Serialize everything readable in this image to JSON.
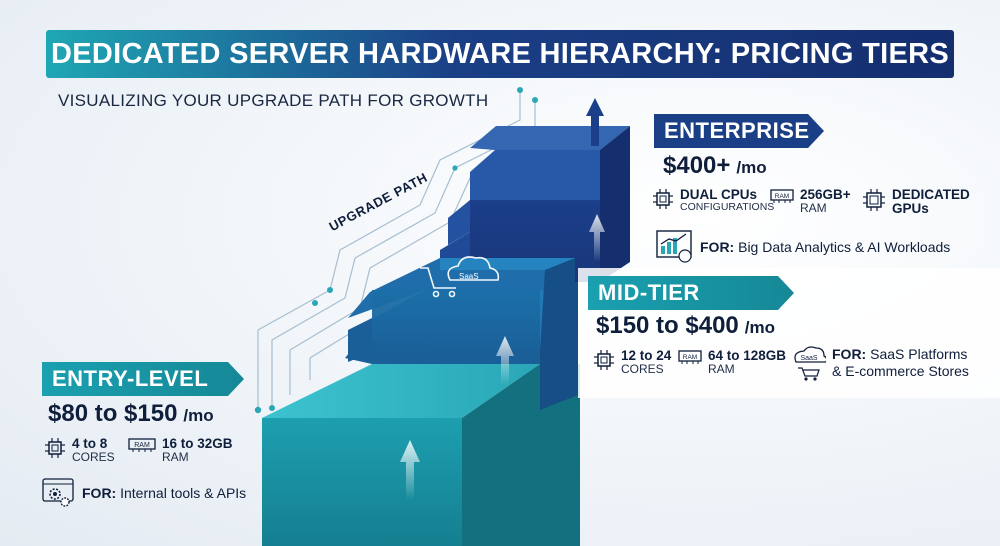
{
  "title": "DEDICATED SERVER HARDWARE HIERARCHY: PRICING TIERS",
  "subtitle": "VISUALIZING YOUR UPGRADE PATH FOR GROWTH",
  "path_label": "UPGRADE PATH",
  "colors": {
    "navy": "#1b3f86",
    "teal": "#1aa0b0",
    "dark": "#0f1e3a"
  },
  "tiers": {
    "entry": {
      "name": "ENTRY-LEVEL",
      "price": "$80 to $150",
      "unit": "/mo",
      "specs": [
        {
          "icon": "cpu-icon",
          "main": "4 to 8",
          "sub": "CORES"
        },
        {
          "icon": "ram-icon",
          "icon_text": "RAM",
          "main": "16 to 32GB",
          "sub": "RAM"
        }
      ],
      "for_label": "FOR:",
      "for_text": "Internal tools & APIs",
      "for_icon": "gear-settings-icon"
    },
    "mid": {
      "name": "MID-TIER",
      "price": "$150 to $400",
      "unit": "/mo",
      "specs": [
        {
          "icon": "cpu-icon",
          "main": "12 to 24",
          "sub": "CORES"
        },
        {
          "icon": "ram-icon",
          "icon_text": "RAM",
          "main": "64 to 128GB",
          "sub": "RAM"
        }
      ],
      "for_label": "FOR:",
      "for_text": "SaaS Platforms",
      "for_text2": "& E-commerce Stores",
      "for_icon": "saas-cart-icon",
      "icon_text": "SaaS"
    },
    "enterprise": {
      "name": "ENTERPRISE",
      "price": "$400+",
      "unit": "/mo",
      "specs": [
        {
          "icon": "cpu-icon",
          "main": "DUAL CPUs",
          "sub": "CONFIGURATIONS"
        },
        {
          "icon": "ram-icon",
          "icon_text": "RAM",
          "main": "256GB+",
          "sub": "RAM"
        },
        {
          "icon": "gpu-icon",
          "main": "DEDICATED",
          "sub": "GPUs"
        }
      ],
      "for_label": "FOR:",
      "for_text": "Big Data Analytics & AI Workloads",
      "for_icon": "analytics-chart-icon"
    }
  },
  "stair_icon_text": "SaaS"
}
